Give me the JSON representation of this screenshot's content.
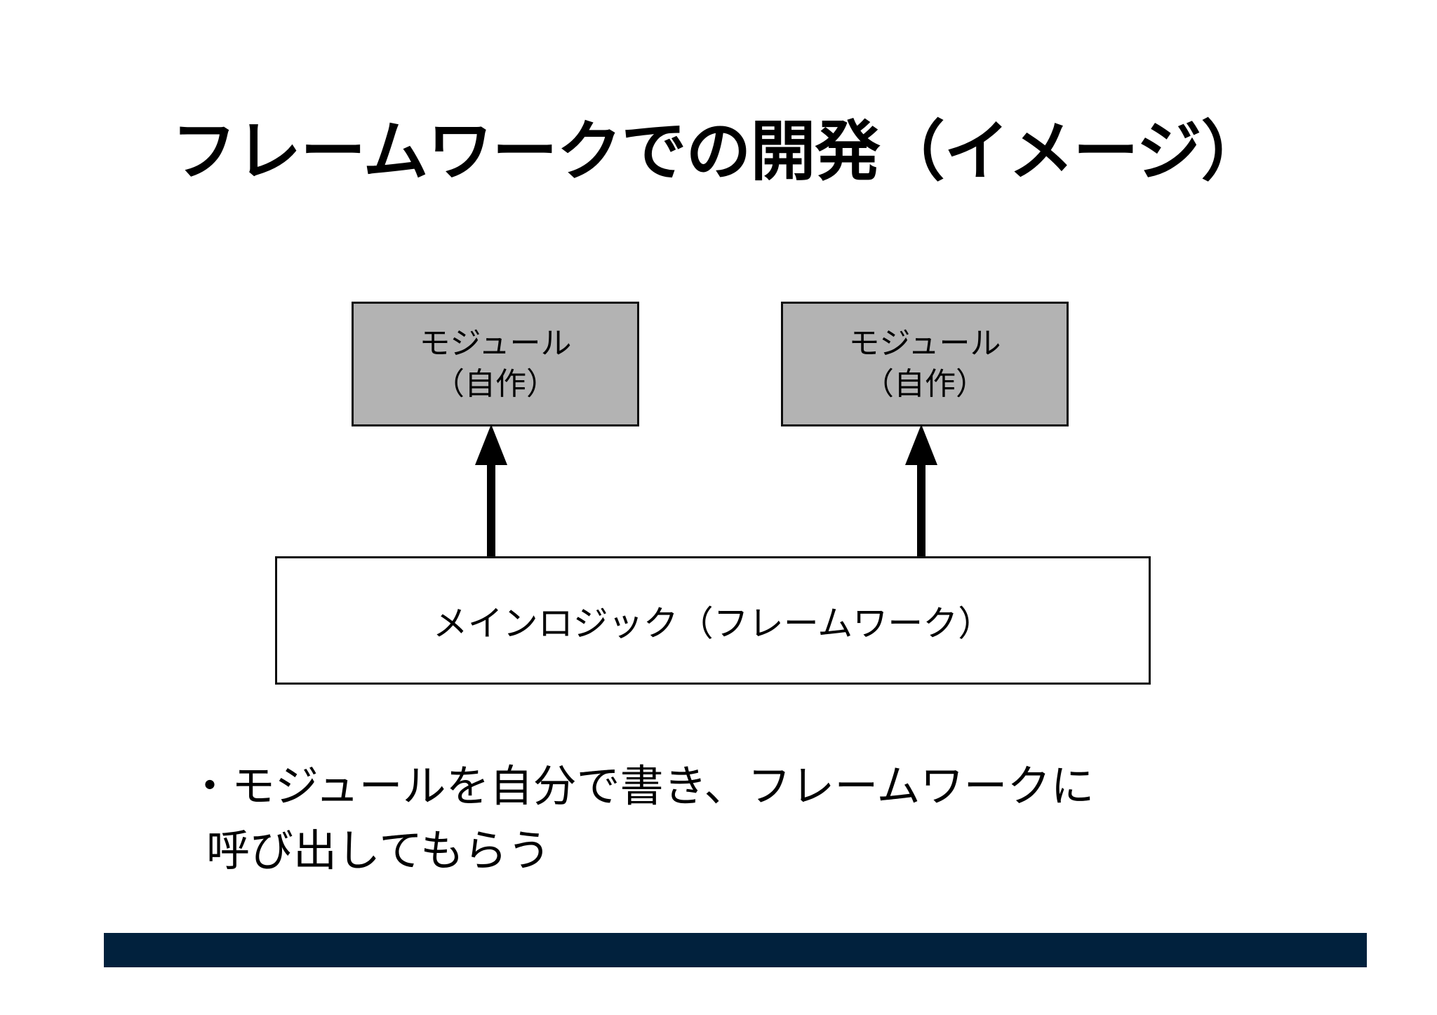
{
  "slide": {
    "title": "フレームワークでの開発（イメージ）",
    "background_color": "#ffffff"
  },
  "diagram": {
    "module_boxes": [
      {
        "name": "module-left",
        "line1": "モジュール",
        "line2": "（自作）",
        "fill_color": "#b3b3b3",
        "border_color": "#0d0d0d"
      },
      {
        "name": "module-right",
        "line1": "モジュール",
        "line2": "（自作）",
        "fill_color": "#b3b3b3",
        "border_color": "#0d0d0d"
      }
    ],
    "main_box": {
      "label": "メインロジック（フレームワーク）",
      "fill_color": "#ffffff",
      "border_color": "#0d0d0d"
    },
    "arrows": [
      {
        "name": "arrow-left",
        "direction": "up",
        "color": "#000000"
      },
      {
        "name": "arrow-right",
        "direction": "up",
        "color": "#000000"
      }
    ]
  },
  "bullets": {
    "line1": "・モジュールを自分で書き、フレームワークに",
    "line2": "呼び出してもらう"
  },
  "footer": {
    "bar_color": "#01213d"
  }
}
